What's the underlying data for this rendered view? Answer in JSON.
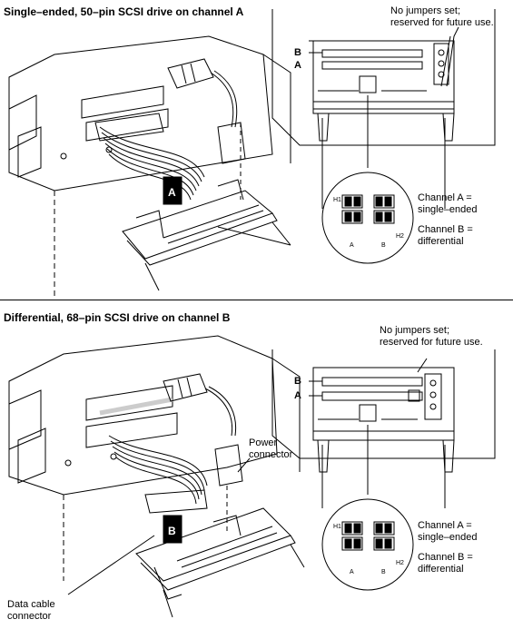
{
  "sections": [
    {
      "title": "Single–ended, 50–pin SCSI drive on channel A",
      "note": [
        "No jumpers set;",
        "reserved for future use."
      ],
      "cable_letter": "A",
      "channel_labels": [
        "B",
        "A"
      ],
      "jumper_block": {
        "h1": "H1",
        "h2": "H2",
        "col_a": "A",
        "col_b": "B"
      },
      "channel_a_lines": [
        "Channel A =",
        "single–ended"
      ],
      "channel_b_lines": [
        "Channel B =",
        "differential"
      ]
    },
    {
      "title": "Differential, 68–pin SCSI drive on channel B",
      "note": [
        "No jumpers set;",
        "reserved for future use."
      ],
      "cable_letter": "B",
      "channel_labels": [
        "B",
        "A"
      ],
      "jumper_block": {
        "h1": "H1",
        "h2": "H2",
        "col_a": "A",
        "col_b": "B"
      },
      "channel_a_lines": [
        "Channel A =",
        "single–ended"
      ],
      "channel_b_lines": [
        "Channel B =",
        "differential"
      ],
      "power_connector": [
        "Power",
        "connector"
      ],
      "data_cable_connector": [
        "Data cable",
        "connector"
      ]
    }
  ]
}
